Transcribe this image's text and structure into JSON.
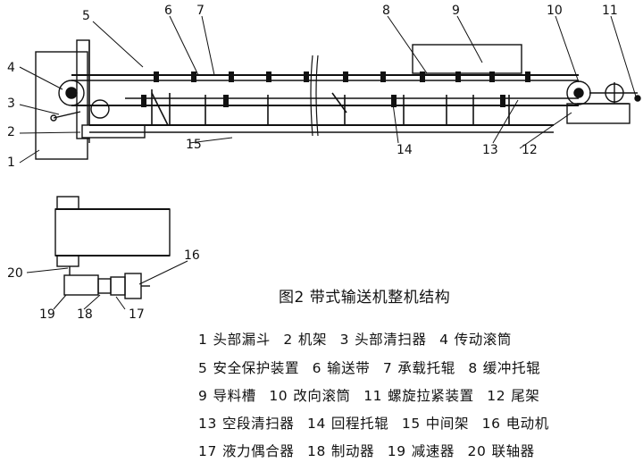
{
  "callouts": {
    "n1": "1",
    "n2": "2",
    "n3": "3",
    "n4": "4",
    "n5": "5",
    "n6": "6",
    "n7": "7",
    "n8": "8",
    "n9": "9",
    "n10": "10",
    "n11": "11",
    "n12": "12",
    "n13": "13",
    "n14": "14",
    "n15": "15",
    "n16": "16",
    "n17": "17",
    "n18": "18",
    "n19": "19",
    "n20": "20"
  },
  "caption": "图2 带式输送机整机结构",
  "legend": [
    [
      {
        "num": "1",
        "label": "头部漏斗"
      },
      {
        "num": "2",
        "label": "机架"
      },
      {
        "num": "3",
        "label": "头部清扫器"
      },
      {
        "num": "4",
        "label": "传动滚筒"
      }
    ],
    [
      {
        "num": "5",
        "label": "安全保护装置"
      },
      {
        "num": "6",
        "label": "输送带"
      },
      {
        "num": "7",
        "label": "承载托辊"
      },
      {
        "num": "8",
        "label": "缓冲托辊"
      }
    ],
    [
      {
        "num": "9",
        "label": "导料槽"
      },
      {
        "num": "10",
        "label": "改向滚筒"
      },
      {
        "num": "11",
        "label": "螺旋拉紧装置"
      },
      {
        "num": "12",
        "label": "尾架"
      }
    ],
    [
      {
        "num": "13",
        "label": "空段清扫器"
      },
      {
        "num": "14",
        "label": "回程托辊"
      },
      {
        "num": "15",
        "label": "中间架"
      },
      {
        "num": "16",
        "label": "电动机"
      }
    ],
    [
      {
        "num": "17",
        "label": "液力偶合器"
      },
      {
        "num": "18",
        "label": "制动器"
      },
      {
        "num": "19",
        "label": "减速器"
      },
      {
        "num": "20",
        "label": "联轴器"
      }
    ]
  ]
}
